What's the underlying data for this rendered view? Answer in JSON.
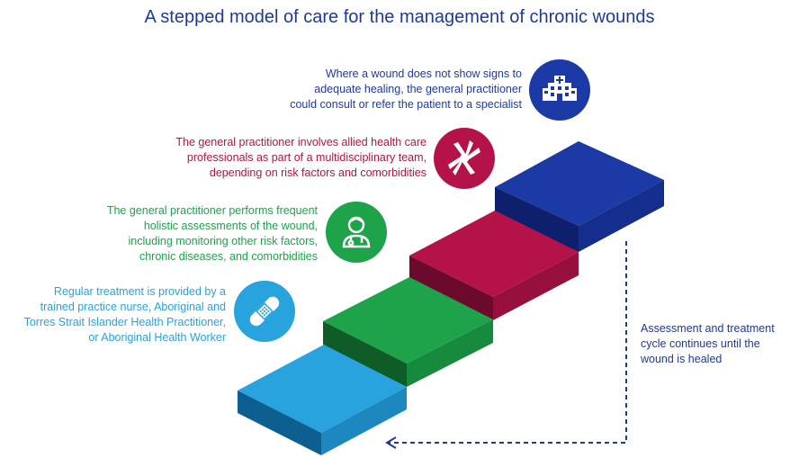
{
  "title": "A stepped model of care for the management of chronic wounds",
  "colors": {
    "title": "#1f3a93",
    "step1": "#29a3dd",
    "step2": "#1ea34a",
    "step3": "#b5124a",
    "step4": "#1c3aa6",
    "arrow": "#1f3a93"
  },
  "steps": [
    {
      "lines": [
        "Regular treatment is provided by a",
        "trained practice nurse, Aboriginal and",
        "Torres Strait Islander Health Practitioner,",
        "or Aboriginal Health Worker"
      ],
      "icon": "bandage-icon"
    },
    {
      "lines": [
        "The general practitioner performs frequent",
        "holistic assessments of the wound,",
        "including monitoring other risk factors,",
        "chronic diseases, and comorbidities"
      ],
      "icon": "doctor-icon"
    },
    {
      "lines": [
        "The general practitioner involves allied health care",
        "professionals as part of a multidisciplinary team,",
        "depending on risk factors and comorbidities"
      ],
      "icon": "team-hands-icon"
    },
    {
      "lines": [
        "Where a wound does not show signs to",
        "adequate healing, the general practitioner",
        "could consult or refer the patient to a specialist"
      ],
      "icon": "hospital-icon"
    }
  ],
  "cycle_note": {
    "lines": [
      "Assessment and treatment",
      "cycle continues until the",
      "wound is healed"
    ]
  }
}
